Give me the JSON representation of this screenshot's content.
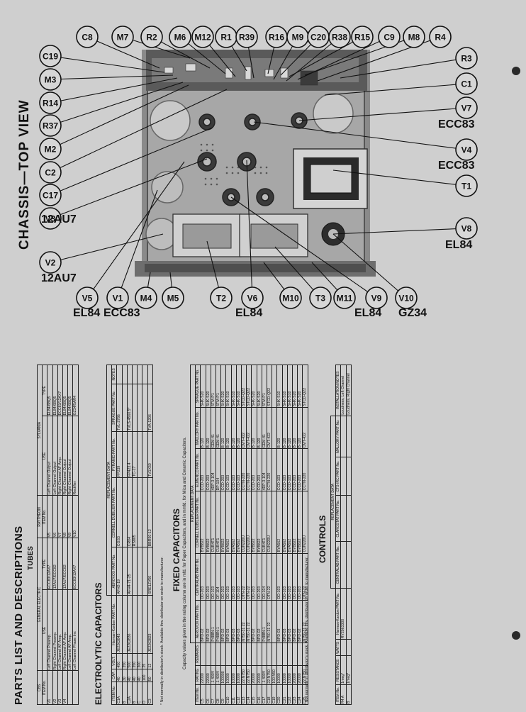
{
  "chassis": {
    "title": "CHASSIS—TOP VIEW",
    "callouts": [
      {
        "label": "C8",
        "to": [
          225,
          96
        ]
      },
      {
        "label": "M7",
        "to": [
          268,
          82
        ]
      },
      {
        "label": "R2",
        "to": [
          296,
          96
        ]
      },
      {
        "label": "M6",
        "to": [
          318,
          104
        ]
      },
      {
        "label": "M12",
        "to": [
          332,
          108
        ]
      },
      {
        "label": "R1",
        "to": [
          348,
          100
        ]
      },
      {
        "label": "R39",
        "to": [
          358,
          110
        ]
      },
      {
        "label": "R16",
        "to": [
          378,
          104
        ]
      },
      {
        "label": "M9",
        "to": [
          386,
          112
        ]
      },
      {
        "label": "C20",
        "to": [
          396,
          106
        ]
      },
      {
        "label": "R38",
        "to": [
          404,
          114
        ]
      },
      {
        "label": "R15",
        "to": [
          408,
          108
        ]
      },
      {
        "label": "C9",
        "to": [
          420,
          112
        ]
      },
      {
        "label": "M8",
        "to": [
          430,
          106
        ]
      },
      {
        "label": "R4",
        "to": [
          448,
          114
        ]
      },
      {
        "label": "C19",
        "to": [
          232,
          102
        ]
      },
      {
        "label": "M3",
        "to": [
          244,
          106
        ]
      },
      {
        "label": "R14",
        "to": [
          250,
          110
        ]
      },
      {
        "label": "R37",
        "to": [
          258,
          116
        ]
      },
      {
        "label": "M2",
        "to": [
          266,
          120
        ]
      },
      {
        "label": "C2",
        "to": [
          320,
          126
        ]
      },
      {
        "label": "C17",
        "to": [
          300,
          180
        ]
      },
      {
        "label": "V3",
        "to": [
          292,
          224
        ]
      },
      {
        "label": "V2",
        "to": [
          230,
          330
        ]
      },
      {
        "label": "R3",
        "to": [
          480,
          110
        ]
      },
      {
        "label": "C1",
        "to": [
          458,
          134
        ]
      },
      {
        "label": "V7",
        "to": [
          422,
          170
        ]
      },
      {
        "label": "V4",
        "to": [
          358,
          172
        ]
      },
      {
        "label": "T1",
        "to": [
          470,
          240
        ]
      },
      {
        "label": "V8",
        "to": [
          470,
          330
        ]
      },
      {
        "label": "V5",
        "to": [
          260,
          228
        ]
      },
      {
        "label": "V1",
        "to": [
          222,
          268
        ]
      },
      {
        "label": "M4",
        "to": [
          212,
          384
        ]
      },
      {
        "label": "M5",
        "to": [
          240,
          384
        ]
      },
      {
        "label": "T2",
        "to": [
          292,
          340
        ]
      },
      {
        "label": "V6",
        "to": [
          348,
          226
        ]
      },
      {
        "label": "M10",
        "to": [
          372,
          370
        ]
      },
      {
        "label": "T3",
        "to": [
          388,
          348
        ]
      },
      {
        "label": "M11",
        "to": [
          440,
          370
        ]
      },
      {
        "label": "V9",
        "to": [
          326,
          278
        ]
      },
      {
        "label": "V10",
        "to": [
          470,
          330
        ]
      }
    ],
    "tube_labels": {
      "v7": "ECC83",
      "v4": "ECC83",
      "v8": "EL84",
      "v3": "12AU7",
      "v2": "12AU7",
      "v5": "EL84",
      "v1": "ECC83",
      "v6": "EL84",
      "v9": "EL84",
      "v10": "GZ34"
    }
  },
  "parts": {
    "title": "PARTS LIST AND DESCRIPTIONS",
    "tubes": {
      "title": "TUBES",
      "brand_header": [
        "CBS",
        "GENERAL ELECTRIC",
        "RAYTHEON",
        "SYLVANIA"
      ],
      "headers": [
        "ITEM No.",
        "USE",
        "TYPE",
        "ITEM No.",
        "USE",
        "TYPE"
      ],
      "rows": [
        [
          "V1",
          "Left Channel Preamp.",
          "ECC83/12AX7",
          "V5",
          "Left Channel Output",
          "EL84/6BQ5"
        ],
        [
          "V2",
          "Right Channel Preamp.",
          "12AU7/ECC82",
          "V6",
          "Left Channel Output",
          "EL84/6BQ5"
        ],
        [
          "V3",
          "Left Channel AF Amp.",
          "",
          "V7",
          "Right Channel AF Amp.",
          "ECC83/12AX7"
        ],
        [
          "V4",
          "Right Channel AF Amp.",
          "12AU7/ECC82",
          "V8",
          "Right Channel Output",
          "EL84/6BQ5"
        ],
        [
          "",
          "Left Channel AF Amp.",
          "",
          "V9",
          "Right Channel Output",
          "EL84/6BQ5"
        ],
        [
          "",
          "Left Channel Phase Inv.",
          "ECC83/12AX7",
          "V10",
          "Rectifier",
          "GZ34/5AR4"
        ]
      ]
    },
    "electrolytic": {
      "title": "ELECTROLYTIC CAPACITORS",
      "group_header": "REPLACEMENT DATA",
      "headers": [
        "ITEM No.",
        "CAP.",
        "VOLT.",
        "Harman-Kardon PART No.",
        "AEROVOX PART No.",
        "CORNELL DUBILIER PART No.",
        "PYRAMID PART No.",
        "SPRAGUE PART No.",
        "NOTES"
      ],
      "rows": [
        [
          "C1A",
          "40",
          "450",
          "JE2262843",
          "AFH2-19",
          "CGS3",
          "FP239",
          "TVL-2786",
          ""
        ],
        [
          "B",
          "30",
          "350",
          "",
          "",
          "",
          "",
          "",
          ""
        ],
        [
          "C2A",
          "40",
          "500",
          "JE2262836",
          "AFH4-71-25",
          "CR04",
          "FP423.4",
          "TVLS-4560.5*",
          ""
        ],
        [
          "B",
          "40",
          "350",
          "",
          "",
          "RS805",
          "TC-17",
          "",
          ""
        ],
        [
          "C",
          "40",
          "300",
          "",
          "",
          "",
          "",
          "",
          ""
        ],
        [
          "D",
          "100",
          "25",
          "",
          "",
          "",
          "",
          "",
          ""
        ],
        [
          "C3",
          "50",
          "12",
          "JE2262823",
          "SRE1ZV50",
          "BBR50-12",
          "TV1X50",
          "TVA-1206",
          ""
        ]
      ],
      "footnote": "* Not normally in distributor's stock. Available thru distributor on order to manufacturer."
    },
    "fixed": {
      "title": "FIXED CAPACITORS",
      "subtitle": "Capacity values given in the rating column are in mfd. for Paper Capacitors, and in mmfd. for Mica and Ceramic Capacitors.",
      "group_header": "REPLACEMENT DATA",
      "headers": [
        "ITEM No.",
        "RATING",
        "REMARKS",
        "AEROVOX PART No.",
        "CENTRALAB PART No.",
        "CORNELL DUBILIER PART No.",
        "ELMENCO PART No.",
        "MALLORY PART No.",
        "SPRAGUE PART No."
      ],
      "rows": [
        [
          "C5",
          "22000",
          "",
          "BPD-02",
          "DD-203",
          "BYB822",
          "CCD-203",
          "B-120",
          "5HK-S20"
        ],
        [
          "C6",
          "22000",
          "",
          "BPD-02",
          "DD-203",
          "BYB822",
          "CCD-203",
          "B-120",
          "5HK-S20"
        ],
        [
          "C7",
          ".1 400V",
          "",
          "P488N-1",
          "DD-103",
          "CUB4F1",
          "4DP-3-104",
          "GEM-41",
          "5TM-P1"
        ],
        [
          "C8",
          ".1 400V",
          "",
          "P488N-1",
          "DF-104",
          "CUB4F1",
          "DP-104",
          "GEM-41",
          "5TM-P1"
        ],
        [
          "C9",
          "100000",
          "",
          "BPD-02",
          "DD-203",
          "BYB822",
          "CCD-203",
          "B-120",
          "5HK-S20"
        ],
        [
          "C10",
          "10000",
          "",
          "BPD-03",
          "DD-103",
          "BYA562",
          "CCD-103",
          "B-120",
          "5HK-S10"
        ],
        [
          "C11",
          "10000",
          "",
          "BPD-03",
          "DD-103",
          "BYA562",
          "CCD-103",
          "B-120",
          "5HK-S10"
        ],
        [
          "C12",
          "10000",
          "",
          "BPD-03",
          "DD-103",
          "BYA562",
          "CCD-103",
          "B-120",
          "5HK-S10"
        ],
        [
          "C13",
          "22 N750",
          "",
          "N750-31 22",
          "DTN-22",
          "CUN220U",
          "CCTN-220",
          "CMT-422",
          "STCD-Q22"
        ],
        [
          "C14",
          "22 N750",
          "",
          "N750-31 22",
          "DTN-22",
          "CUN220U",
          "CCTN-220",
          "CMT-422",
          "STCD-Q22"
        ],
        [
          "C15",
          "20000",
          "",
          "BPD-02",
          "DD-203",
          "BYB822",
          "CCD-203",
          "B-120",
          "5HK-S20"
        ],
        [
          "C16",
          "20000",
          "",
          "BPD-02",
          "DD-203",
          "BYB822",
          "CCD-203",
          "B-120",
          "5HK-S20"
        ],
        [
          "C17",
          ".1 400V",
          "",
          "P488N-1",
          "DD-104",
          "CUB4F1",
          "4DP-3-104",
          "GEM-41",
          "5TM-P1"
        ],
        [
          "C18",
          "22 N750",
          "",
          "N750-31 22",
          "DTN-22",
          "CUN220U",
          "CCTN-220",
          "CMT-422",
          "STCD-Q22"
        ],
        [
          "C19",
          "100 N50",
          "",
          "",
          "",
          "",
          "",
          "",
          ""
        ],
        [
          "C20",
          "10000",
          "",
          "BPD-03",
          "DD-103",
          "BYA562",
          "CCD-103",
          "B-120",
          "5HK-S10"
        ],
        [
          "C21",
          "10000",
          "",
          "BPD-03",
          "DD-103",
          "BYA562",
          "CCD-103",
          "B-120",
          "5HK-S10"
        ],
        [
          "C22",
          "10000",
          "",
          "BPD-03",
          "DD-103",
          "BYA562",
          "CCD-103",
          "B-120",
          "5HK-S10"
        ],
        [
          "C23",
          "20000",
          "",
          "BPD-02",
          "DD-203",
          "BYB822",
          "CCD-203",
          "B-120",
          "5HK-S20"
        ],
        [
          "C24",
          "20000",
          "",
          "BPD-02",
          "DD-203",
          "BYB822",
          "CCD-203",
          "B-120",
          "5HK-S20"
        ],
        [
          "C25",
          "22 N750",
          "",
          "N750-31 22",
          "DTN-22",
          "CUN220U",
          "CCTN-220",
          "CMT-422",
          "STCD-Q22"
        ]
      ],
      "footnote": "* Not normally in distributor's stock. Available thru distributor on order to manufacturer."
    },
    "controls": {
      "title": "CONTROLS",
      "group_header": "REPLACEMENT DATA",
      "headers": [
        "ITEM No.",
        "RESISTANCE",
        "WATTS",
        "Harman-Kardon PART No.",
        "CENTRALAB PART No.",
        "CLAROSTAT PART No.",
        "CTS-IRC PART No.",
        "MALLORY PART No.",
        "INSTALLATION NOTES"
      ],
      "rows": [
        [
          "R4 A",
          "1meg*",
          "",
          "RY2063300",
          "",
          "",
          "",
          "",
          "Loudness, Left Channel"
        ],
        [
          "B",
          "1meg*",
          "",
          "",
          "",
          "",
          "",
          "",
          "Loudness, Right Channel"
        ]
      ]
    }
  }
}
